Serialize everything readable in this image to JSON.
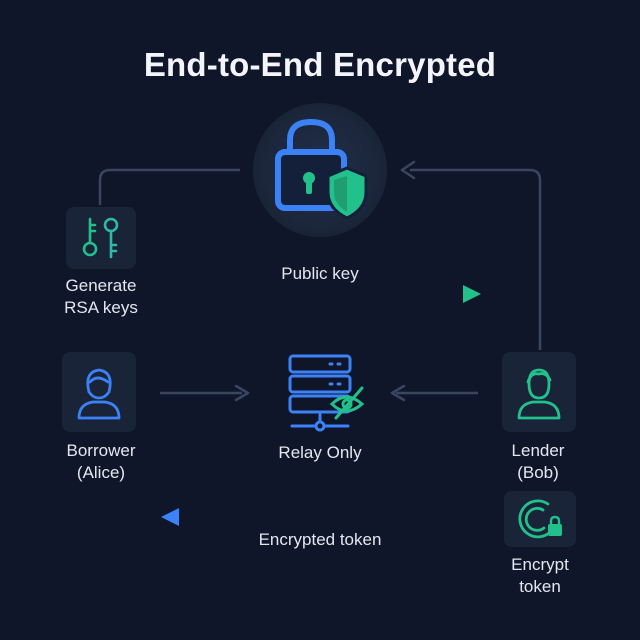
{
  "title": "End-to-End Encrypted",
  "nodes": {
    "keys": {
      "line1": "Generate",
      "line2": "RSA keys",
      "icon": "key-pair-icon"
    },
    "borrower": {
      "line1": "Borrower",
      "line2": "(Alice)",
      "icon": "female-user-icon"
    },
    "relay": {
      "line1": "Relay Only",
      "icon": "server-no-view-icon"
    },
    "lender": {
      "line1": "Lender",
      "line2": "(Bob)",
      "icon": "male-user-icon"
    },
    "encrypt": {
      "line1": "Encrypt",
      "line2": "token",
      "icon": "circle-lock-icon"
    },
    "lock": {
      "icon": "padlock-shield-icon"
    }
  },
  "edges": {
    "public_key": "Public key",
    "encrypted_token": "Encrypted token"
  },
  "colors": {
    "background": "#0f1629",
    "tile": "#1a2438",
    "blue": "#3b82f6",
    "green": "#22c08a",
    "muted_line": "#3a4660"
  }
}
